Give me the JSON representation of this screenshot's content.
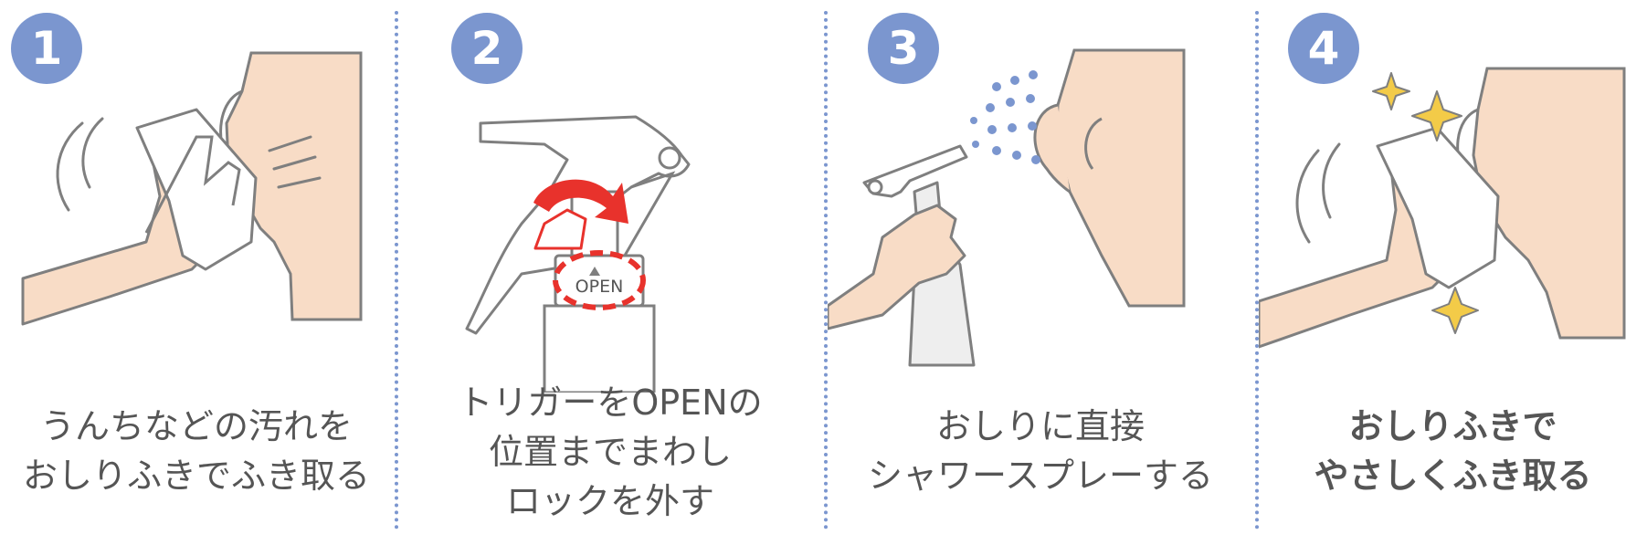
{
  "steps": [
    {
      "number": "1",
      "caption_lines": [
        "うんちなどの汚れを",
        "おしりふきでふき取る"
      ]
    },
    {
      "number": "2",
      "caption_lines": [
        "トリガーをOPENの",
        "位置までまわし",
        "ロックを外す"
      ],
      "label_open": "OPEN"
    },
    {
      "number": "3",
      "caption_lines": [
        "おしりに直接",
        "シャワースプレーする"
      ]
    },
    {
      "number": "4",
      "caption_lines": [
        "おしりふきで",
        "やさしくふき取る"
      ]
    }
  ],
  "colors": {
    "badge": "#7b96cf",
    "skin": "#f8dcc6",
    "outline": "#7f7f7f",
    "arrow": "#e8322c",
    "spray_dots": "#7b96cf",
    "sparkle": "#f3cb48",
    "caption_text": "#555555"
  }
}
